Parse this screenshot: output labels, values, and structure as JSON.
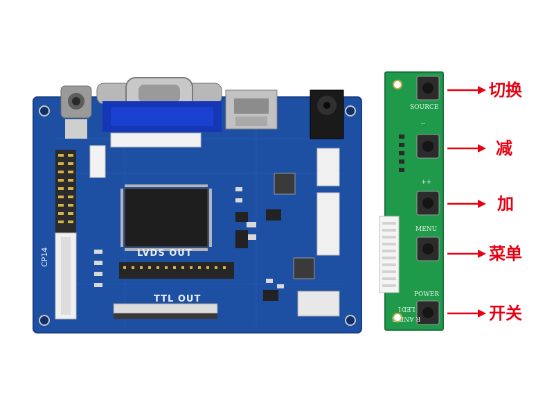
{
  "main_board": {
    "silkscreen": {
      "lvds": "LVDS OUT",
      "ttl": "TTL OUT",
      "cp14": "CP14"
    }
  },
  "keypad": {
    "silkscreen": {
      "source": "SOURCE",
      "menu": "MENU",
      "power": "POWER",
      "minus": "--",
      "plus": "++",
      "led": "LED1",
      "rand_g": "R AND G"
    }
  },
  "annotations": [
    {
      "label": "切换"
    },
    {
      "label": "减"
    },
    {
      "label": "加"
    },
    {
      "label": "菜单"
    },
    {
      "label": "开关"
    }
  ],
  "colors": {
    "pcb_blue": "#1d4fa3",
    "pcb_green": "#1f9a4a",
    "annotation_red": "#e60012"
  }
}
